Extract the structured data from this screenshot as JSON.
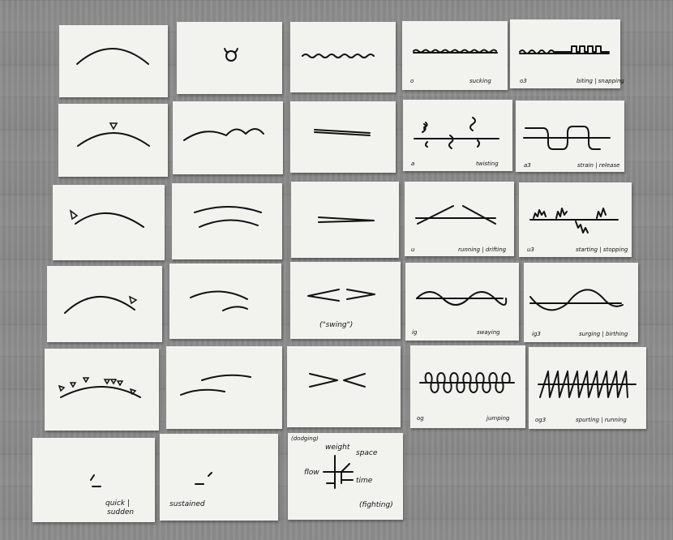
{
  "labels": {
    "c14_num": "o",
    "c14_txt": "sucking",
    "c15_num": "o3",
    "c15_txt": "biting | snapping",
    "c24_num": "a",
    "c24_txt": "twisting",
    "c25_num": "a3",
    "c25_txt": "strain | release",
    "c34_num": "u",
    "c34_txt": "running | drifting",
    "c35_num": "u3",
    "c35_txt": "starting | stopping",
    "c43_txt": "(\"swing\")",
    "c44_num": "ig",
    "c44_txt": "swaying",
    "c45_num": "ig3",
    "c45_txt": "surging | birthing",
    "c54_num": "og",
    "c54_txt": "jumping",
    "c55_num": "og3",
    "c55_txt": "spurting | running",
    "c61_txt1": "quick |",
    "c61_txt2": "sudden",
    "c62_txt": "sustained",
    "c63_top": "(dodging)",
    "c63_weight": "weight",
    "c63_space": "space",
    "c63_flow": "flow",
    "c63_time": "time",
    "c63_bottom": "(fighting)"
  }
}
